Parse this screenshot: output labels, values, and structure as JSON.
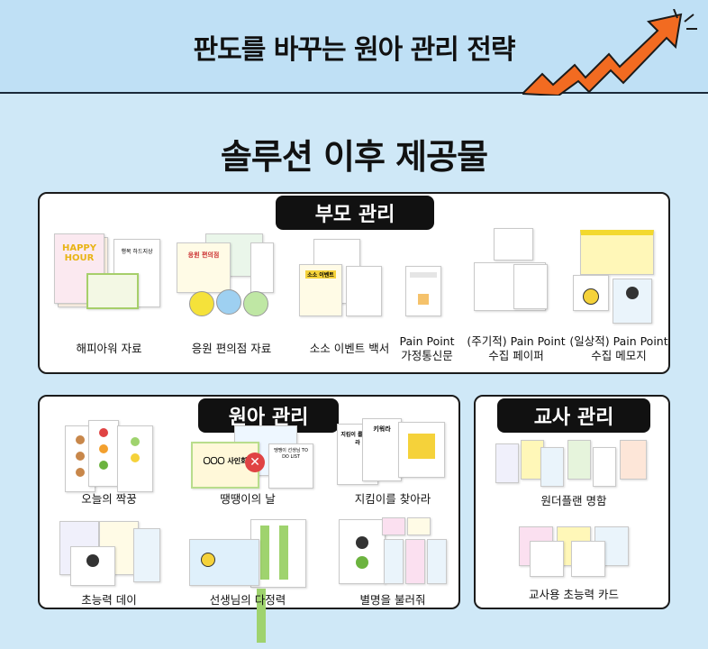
{
  "header": {
    "title": "판도를 바꾸는 원아 관리 전략"
  },
  "main_title": "솔루션 이후 제공물",
  "colors": {
    "background": "#cfe8f7",
    "header_bg": "#bfe0f5",
    "arrow": "#f26b21",
    "tab": "#111111"
  },
  "parent_panel": {
    "tab": "부모 관리",
    "items": [
      {
        "label": "해피아워 자료"
      },
      {
        "label": "응원 편의점 자료"
      },
      {
        "label": "소소 이벤트 백서"
      },
      {
        "line1": "Pain Point",
        "line2": "가정통신문"
      },
      {
        "line1": "(주기적) Pain Point",
        "line2": "수집 페이퍼"
      },
      {
        "line1": "(일상적) Pain Point",
        "line2": "수집 메모지"
      }
    ]
  },
  "child_panel": {
    "tab": "원아 관리",
    "items": [
      {
        "label": "오늘의 짝꿍"
      },
      {
        "label": "땡땡이의 날"
      },
      {
        "label": "지킴이를 찾아라"
      },
      {
        "label": "초능력 데이"
      },
      {
        "label": "선생님의 다정력"
      },
      {
        "label": "별명을 불러줘"
      }
    ]
  },
  "teacher_panel": {
    "tab": "교사 관리",
    "items": [
      {
        "label": "원더플랜 명함"
      },
      {
        "label": "교사용 초능력 카드"
      }
    ]
  },
  "thumb_text": {
    "happy_hour": "HAPPY HOUR",
    "happy_note": "행복 하드지상",
    "store": "응원 편의점",
    "event": "소소 이벤트",
    "sign": "〇〇〇 사인회",
    "todo": "땡땡이 선생님 TO DO LIST",
    "keeper": "지킴이 를 찾아라",
    "cheer": "키워라"
  }
}
